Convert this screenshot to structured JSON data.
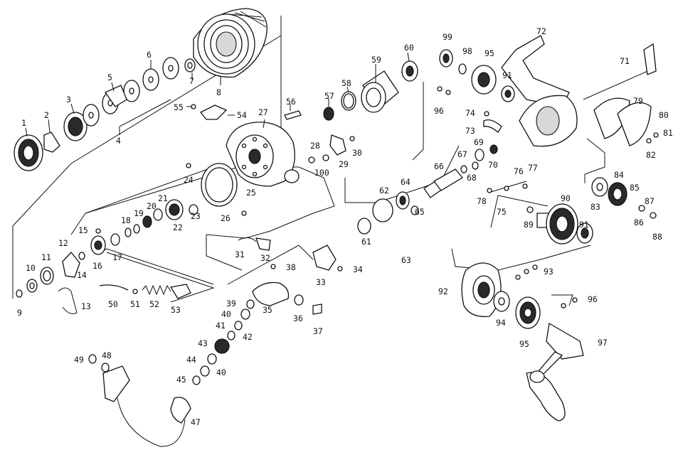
{
  "diagram": {
    "parts": [
      "1",
      "2",
      "3",
      "4",
      "5",
      "6",
      "7",
      "8",
      "9",
      "10",
      "11",
      "12",
      "13",
      "14",
      "15",
      "16",
      "17",
      "18",
      "19",
      "20",
      "21",
      "22",
      "23",
      "24",
      "25",
      "26",
      "27",
      "28",
      "29",
      "30",
      "31",
      "32",
      "33",
      "34",
      "35",
      "36",
      "37",
      "38",
      "39",
      "40",
      "41",
      "42",
      "43",
      "44",
      "45",
      "47",
      "48",
      "49",
      "50",
      "51",
      "52",
      "53",
      "54",
      "55",
      "56",
      "57",
      "58",
      "59",
      "60",
      "61",
      "62",
      "63",
      "64",
      "65",
      "66",
      "67",
      "68",
      "69",
      "70",
      "71",
      "72",
      "73",
      "74",
      "75",
      "76",
      "77",
      "78",
      "79",
      "80",
      "81",
      "82",
      "83",
      "84",
      "85",
      "86",
      "87",
      "88",
      "89",
      "90",
      "91",
      "92",
      "93",
      "94",
      "95",
      "96",
      "97",
      "98",
      "99",
      "100"
    ],
    "colors": {
      "ink": "#111111",
      "paper": "#ffffff",
      "shade": "#8a8a8a"
    }
  }
}
